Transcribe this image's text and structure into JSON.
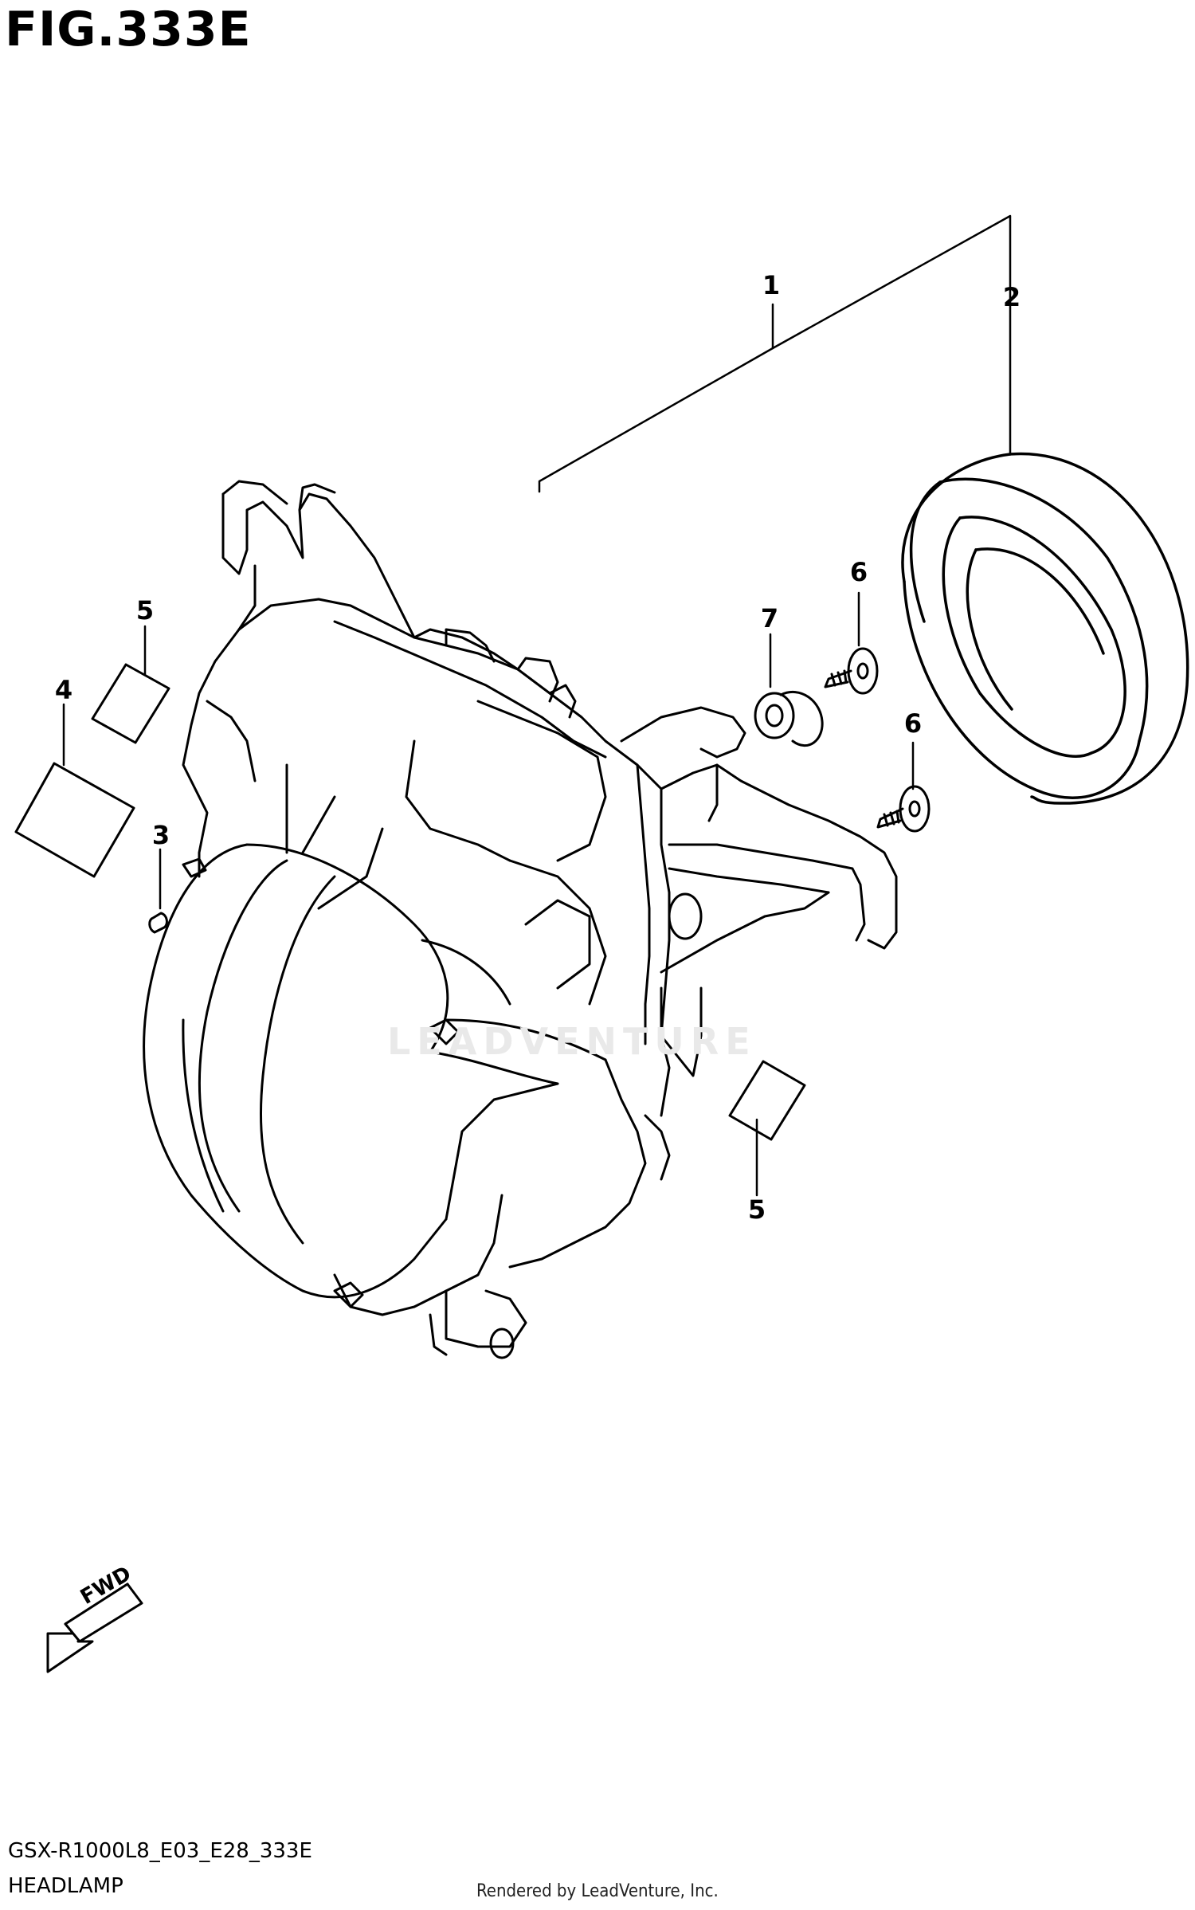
{
  "figure": {
    "title": "FIG.333E",
    "diagram_code": "GSX-R1000L8_E03_E28_333E",
    "section_name": "HEADLAMP",
    "credit": "Rendered by LeadVenture, Inc.",
    "watermark": "LEADVENTURE"
  },
  "orientation": {
    "label": "FWD",
    "icon": "forward-arrow-icon"
  },
  "callouts": [
    {
      "number": "1",
      "part": "headlamp-assembly"
    },
    {
      "number": "2",
      "part": "headlamp-lens-ring"
    },
    {
      "number": "3",
      "part": "bulb"
    },
    {
      "number": "4",
      "part": "label-large"
    },
    {
      "number": "5",
      "part": "label-small-left"
    },
    {
      "number": "5",
      "part": "label-small-lower"
    },
    {
      "number": "6",
      "part": "screw-upper"
    },
    {
      "number": "6",
      "part": "screw-lower"
    },
    {
      "number": "7",
      "part": "grommet"
    }
  ]
}
